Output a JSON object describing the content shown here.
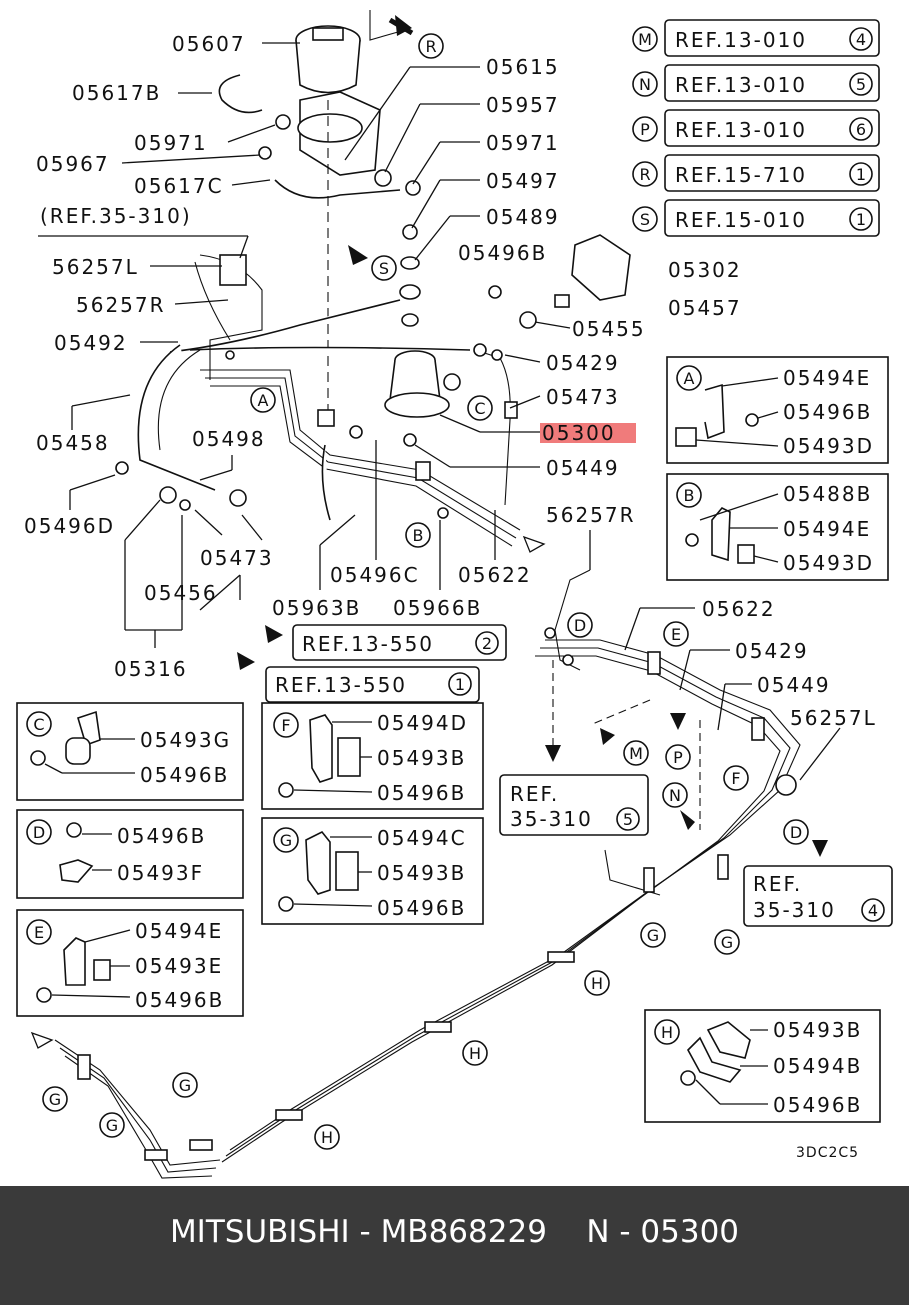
{
  "callouts": {
    "p05607": "05607",
    "p05615": "05615",
    "p05617B": "05617B",
    "p05957": "05957",
    "p05971a": "05971",
    "p05971b": "05971",
    "p05967": "05967",
    "p05617C": "05617C",
    "p05497": "05497",
    "p05489": "05489",
    "ref35_310_top": "(REF.35-310)",
    "p56257L": "56257L",
    "p56257R": "56257R",
    "p05496B_a": "05496B",
    "p05302": "05302",
    "p05457": "05457",
    "p05492": "05492",
    "p05455": "05455",
    "p05429": "05429",
    "p05473": "05473",
    "p05458": "05458",
    "p05498": "05498",
    "p05300": "05300",
    "p05449": "05449",
    "p05496D": "05496D",
    "p05473b": "05473",
    "p56257R_b": "56257R",
    "p05496C": "05496C",
    "p05622": "05622",
    "p05456": "05456",
    "p05963B": "05963B",
    "p05966B": "05966B",
    "p05316": "05316",
    "p05622b": "05622",
    "p05429b": "05429",
    "p05449b": "05449",
    "p56257L_b": "56257L",
    "code": "3DC2C5"
  },
  "refs": {
    "m": "REF.13-010",
    "m_num": "4",
    "n": "REF.13-010",
    "n_num": "5",
    "p": "REF.13-010",
    "p_num": "6",
    "r": "REF.15-710",
    "r_num": "1",
    "s": "REF.15-010",
    "s_num": "1",
    "r13_550_2": "REF.13-550",
    "r13_550_2_num": "2",
    "r13_550_1": "REF.13-550",
    "r13_550_1_num": "1",
    "r35_310_5_a": "REF.",
    "r35_310_5_b": "35-310",
    "r35_310_5_num": "5",
    "r35_310_4_a": "REF.",
    "r35_310_4_b": "35-310",
    "r35_310_4_num": "4"
  },
  "letters": {
    "M": "M",
    "N": "N",
    "P": "P",
    "R": "R",
    "S": "S",
    "A": "A",
    "B": "B",
    "C": "C",
    "D": "D",
    "E": "E",
    "F": "F",
    "G": "G",
    "H": "H"
  },
  "boxA": {
    "a": "05494E",
    "b": "05496B",
    "c": "05493D"
  },
  "boxB": {
    "a": "05488B",
    "b": "05494E",
    "c": "05493D"
  },
  "boxC": {
    "a": "05493G",
    "b": "05496B"
  },
  "boxD": {
    "a": "05496B",
    "b": "05493F"
  },
  "boxE": {
    "a": "05494E",
    "b": "05493E",
    "c": "05496B"
  },
  "boxF": {
    "a": "05494D",
    "b": "05493B",
    "c": "05496B"
  },
  "boxG": {
    "a": "05494C",
    "b": "05493B",
    "c": "05496B"
  },
  "boxH": {
    "a": "05493B",
    "b": "05494B",
    "c": "05496B"
  },
  "footer": "MITSUBISHI - MB868229    N - 05300"
}
